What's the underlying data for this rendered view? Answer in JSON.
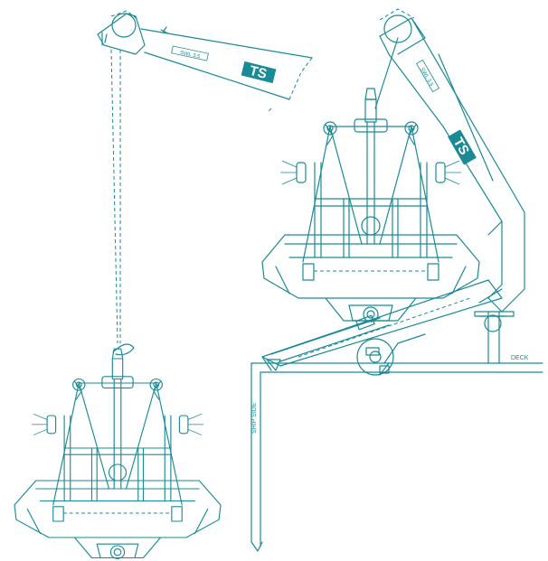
{
  "labels": {
    "deck": "DECK",
    "ship_side": "SHIP SIDE"
  },
  "crane_left": {
    "swl_label": "SWL 3.5",
    "logo_text": "TS"
  },
  "crane_right": {
    "swl_label": "SWL 3.5",
    "logo_text": "TS"
  },
  "colors": {
    "line": "#1a8a96",
    "background": "#ffffff"
  }
}
